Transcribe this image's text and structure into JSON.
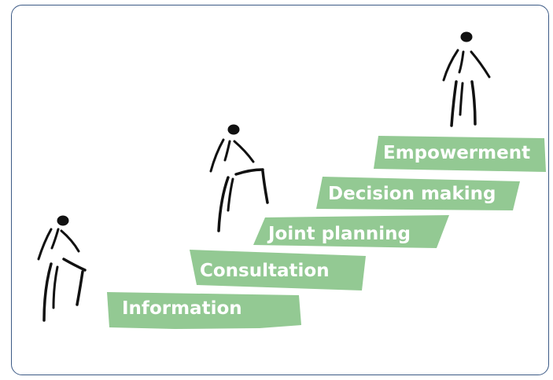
{
  "steps": [
    {
      "label": "Information"
    },
    {
      "label": "Consultation"
    },
    {
      "label": "Joint planning"
    },
    {
      "label": "Decision making"
    },
    {
      "label": "Empowerment"
    }
  ],
  "colors": {
    "step_fill": "#93c993",
    "frame_border": "#3c5a86",
    "figure": "#111111"
  }
}
